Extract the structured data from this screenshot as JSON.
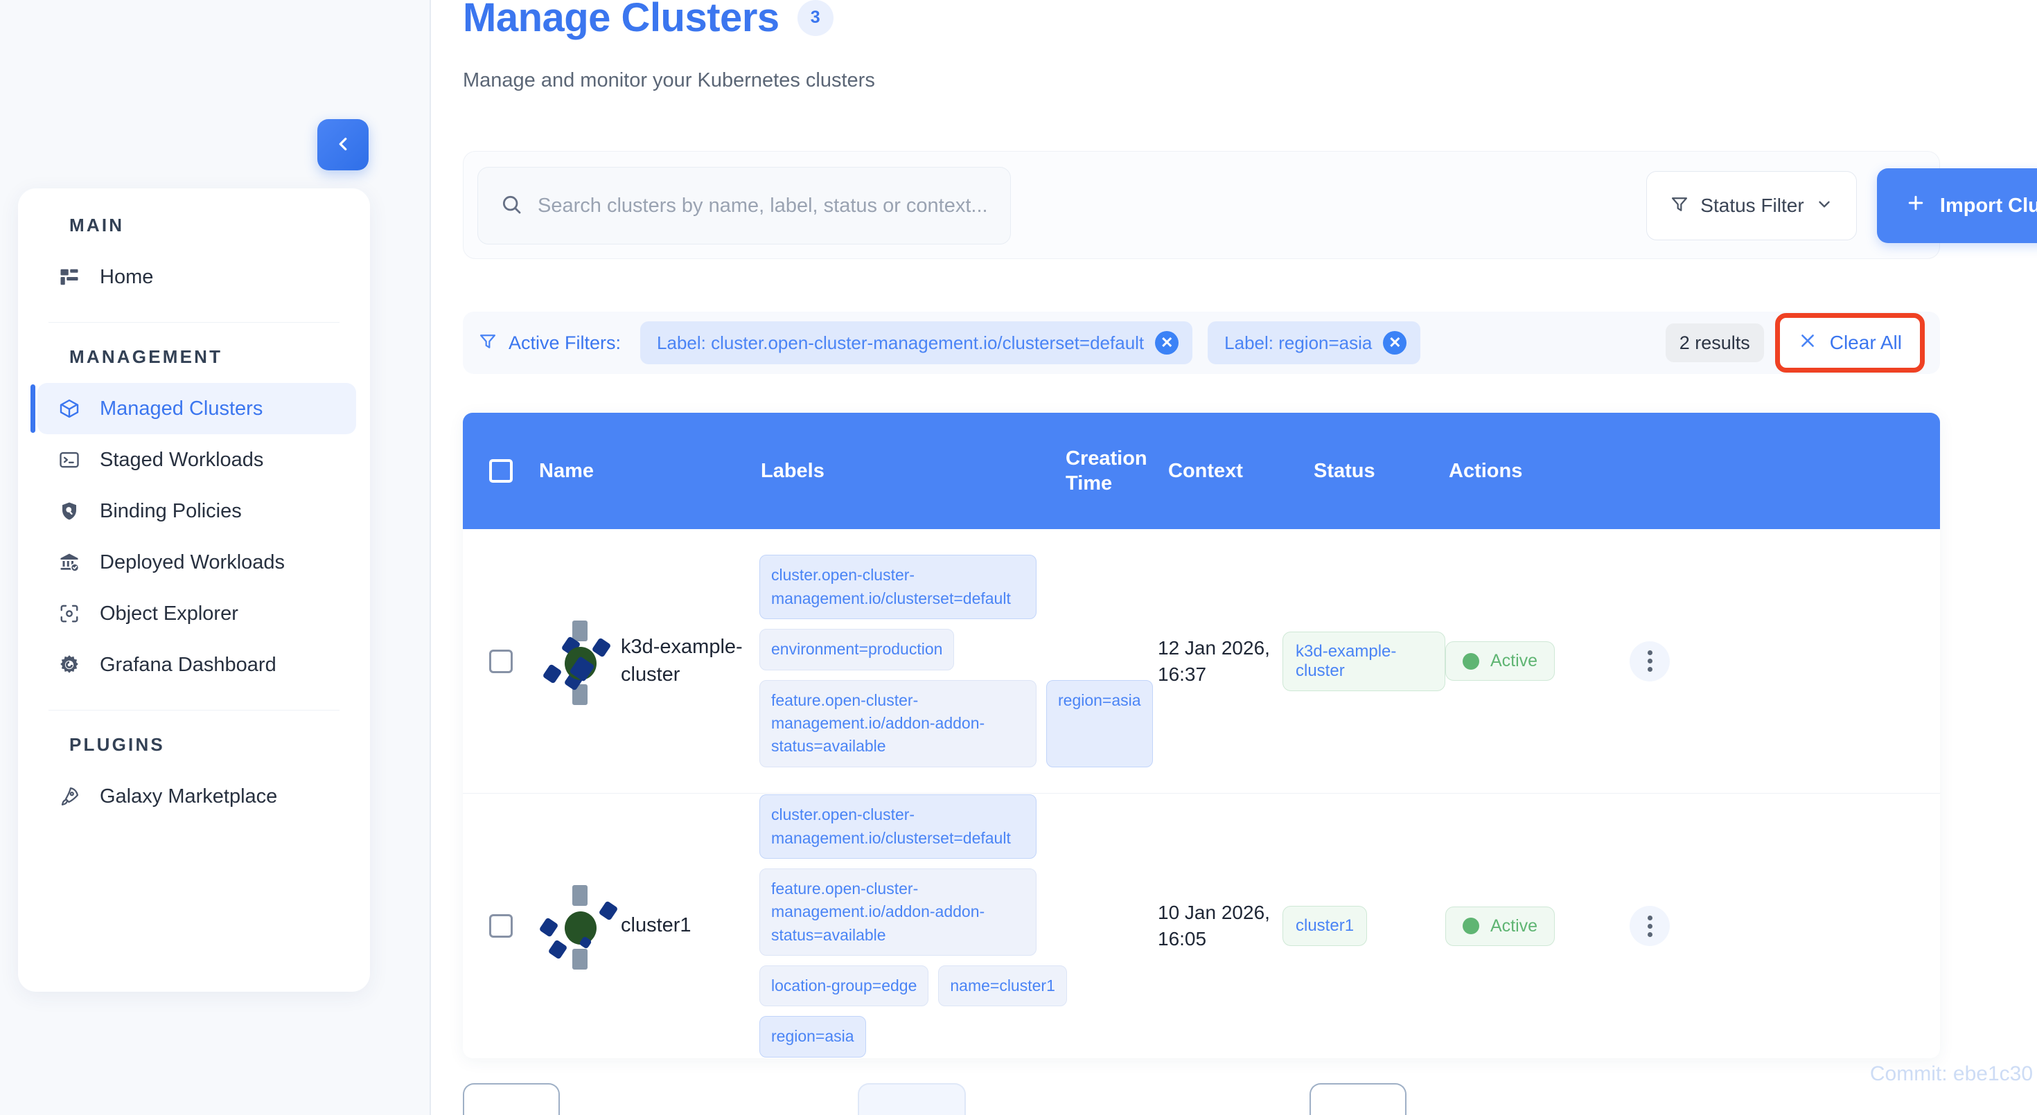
{
  "sidebar": {
    "collapse_icon": "chevron-left-icon",
    "sections": [
      {
        "title": "MAIN",
        "items": [
          {
            "label": "Home",
            "icon": "dashboard-grid-icon",
            "active": false
          }
        ]
      },
      {
        "title": "MANAGEMENT",
        "items": [
          {
            "label": "Managed Clusters",
            "icon": "cube-icon",
            "active": true
          },
          {
            "label": "Staged Workloads",
            "icon": "terminal-icon",
            "active": false
          },
          {
            "label": "Binding Policies",
            "icon": "shield-search-icon",
            "active": false
          },
          {
            "label": "Deployed Workloads",
            "icon": "bank-check-icon",
            "active": false
          },
          {
            "label": "Object Explorer",
            "icon": "scan-target-icon",
            "active": false
          },
          {
            "label": "Grafana Dashboard",
            "icon": "grafana-icon",
            "active": false
          }
        ]
      },
      {
        "title": "PLUGINS",
        "items": [
          {
            "label": "Galaxy Marketplace",
            "icon": "rocket-icon",
            "active": false
          }
        ]
      }
    ]
  },
  "header": {
    "title": "Manage Clusters",
    "count_badge": "3",
    "subtitle": "Manage and monitor your Kubernetes clusters"
  },
  "toolbar": {
    "search_placeholder": "Search clusters by name, label, status or context...",
    "search_value": "",
    "search_icon": "search-icon",
    "status_filter_label": "Status Filter",
    "status_filter_icon": "funnel-icon",
    "status_filter_chevron": "chevron-down-icon",
    "import_label": "Import Cluster",
    "import_icon": "plus-icon"
  },
  "active_filters": {
    "icon": "funnel-icon",
    "label": "Active Filters:",
    "chips": [
      {
        "text": "Label: cluster.open-cluster-management.io/clusterset=default",
        "remove_icon": "close-circle-icon"
      },
      {
        "text": "Label: region=asia",
        "remove_icon": "close-circle-icon"
      }
    ],
    "results_count": "2 results",
    "clear_all_label": "Clear All",
    "clear_all_icon": "close-icon",
    "highlight_color": "#ef4123"
  },
  "table": {
    "columns": [
      "Name",
      "Labels",
      "Creation Time",
      "Context",
      "Status",
      "Actions"
    ],
    "creation_time_line1": "Creation",
    "creation_time_line2": "Time",
    "rows": [
      {
        "icon": "kubernetes-cluster-icon",
        "name": "k3d-example-cluster",
        "labels": [
          {
            "text": "cluster.open-cluster-management.io/clusterset=default",
            "highlighted": true
          },
          {
            "text": "environment=production",
            "highlighted": false
          },
          {
            "text": "feature.open-cluster-management.io/addon-addon-status=available",
            "highlighted": false
          },
          {
            "text": "region=asia",
            "highlighted": true
          }
        ],
        "creation_time": "12 Jan 2026, 16:37",
        "context": "k3d-example-cluster",
        "status": "Active",
        "actions_icon": "kebab-menu-icon"
      },
      {
        "icon": "kubernetes-cluster-icon",
        "name": "cluster1",
        "labels": [
          {
            "text": "cluster.open-cluster-management.io/clusterset=default",
            "highlighted": true
          },
          {
            "text": "feature.open-cluster-management.io/addon-addon-status=available",
            "highlighted": false
          },
          {
            "text": "location-group=edge",
            "highlighted": false
          },
          {
            "text": "name=cluster1",
            "highlighted": false
          },
          {
            "text": "region=asia",
            "highlighted": true
          }
        ],
        "creation_time": "10 Jan 2026, 16:05",
        "context": "cluster1",
        "status": "Active",
        "actions_icon": "kebab-menu-icon"
      }
    ]
  },
  "footer": {
    "commit_text": "Commit: ebe1c30"
  },
  "colors": {
    "accent": "#4a84f5",
    "accent_dark": "#3b76ef",
    "status_green": "#5fb573",
    "highlight_red": "#ef4123",
    "chip_blue_bg": "#e4ecfd"
  }
}
